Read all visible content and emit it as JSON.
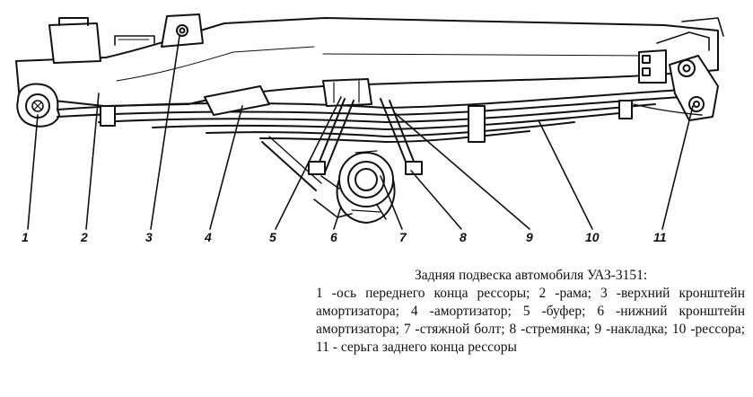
{
  "caption": {
    "title": "Задняя подвеска автомобиля УАЗ-3151:",
    "text": "1 -ось переднего конца рессоры; 2 -рама; 3 -верхний кронштейн амортизатора; 4 -амортизатор; 5 -буфер; 6 -нижний кронштейн амортизатора; 7 -стяжной болт; 8 -стремянка; 9 -накладка; 10 -рессора; 11 - серьга заднего конца рессоры"
  },
  "callouts": [
    {
      "number": "1",
      "part": "ось переднего конца рессоры"
    },
    {
      "number": "2",
      "part": "рама"
    },
    {
      "number": "3",
      "part": "верхний кронштейн амортизатора"
    },
    {
      "number": "4",
      "part": "амортизатор"
    },
    {
      "number": "5",
      "part": "буфер"
    },
    {
      "number": "6",
      "part": "нижний кронштейн амортизатора"
    },
    {
      "number": "7",
      "part": "стяжной болт"
    },
    {
      "number": "8",
      "part": "стремянка"
    },
    {
      "number": "9",
      "part": "накладка"
    },
    {
      "number": "10",
      "part": "рессора"
    },
    {
      "number": "11",
      "part": "серьга заднего конца рессоры"
    }
  ]
}
